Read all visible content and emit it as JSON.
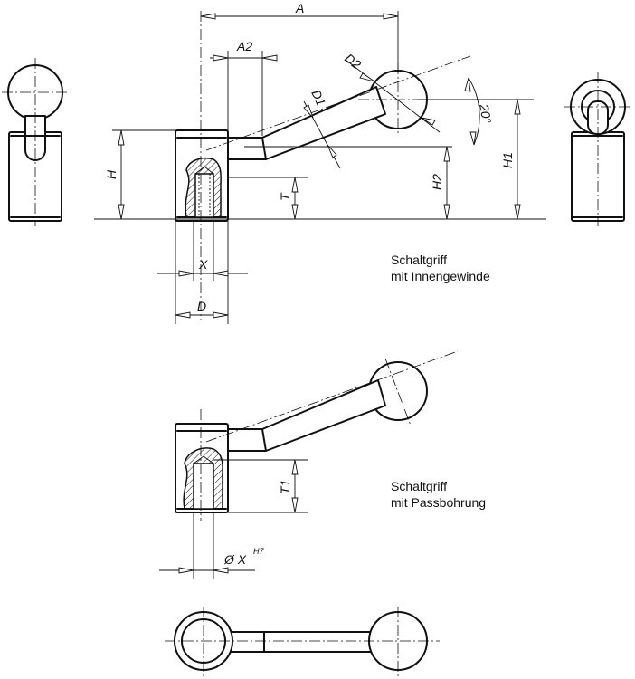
{
  "top_view": {
    "caption_line1": "Schaltgriff",
    "caption_line2": "mit Innengewinde",
    "dimensions": {
      "A": "A",
      "A2": "A2",
      "D1": "D1",
      "D2": "D2",
      "angle": "20°",
      "H": "H",
      "H1": "H1",
      "H2": "H2",
      "T": "T",
      "X": "X",
      "D": "D"
    }
  },
  "middle_view": {
    "caption_line1": "Schaltgriff",
    "caption_line2": "mit Passbohrung",
    "dimensions": {
      "T1": "T1",
      "bore_prefix": "Ø X",
      "bore_tolerance": "H7"
    }
  }
}
